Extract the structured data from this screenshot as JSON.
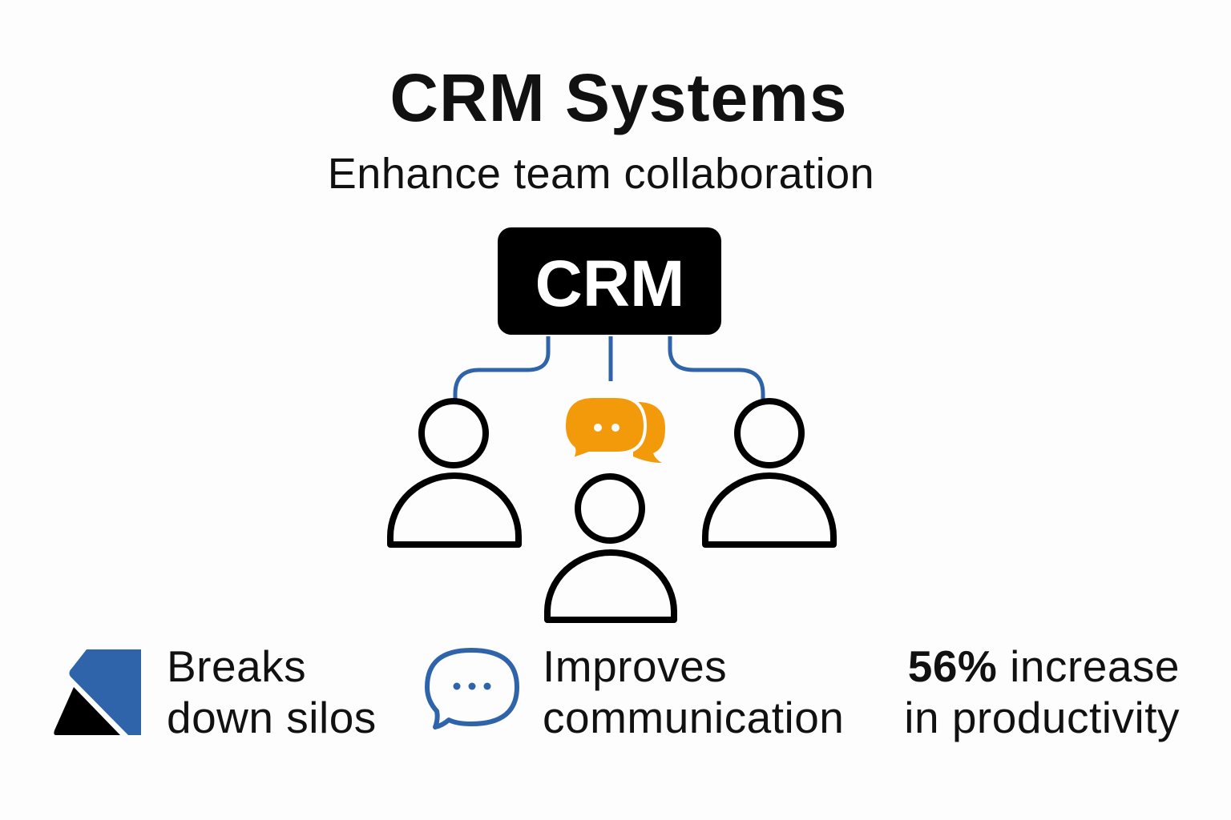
{
  "title": "CRM Systems",
  "subtitle": "Enhance team collaboration",
  "hub_label": "CRM",
  "features": [
    {
      "icon": "silos-breaking-icon",
      "line1": "Breaks",
      "line2": "down silos"
    },
    {
      "icon": "speech-bubble-icon",
      "line1": "Improves",
      "line2": "communication"
    },
    {
      "icon": "",
      "stat": "56%",
      "line1_rest": " increase",
      "line2": "in productivity"
    }
  ],
  "colors": {
    "accent_blue": "#2F64AA",
    "accent_orange": "#F39A0B",
    "text": "#111111"
  }
}
